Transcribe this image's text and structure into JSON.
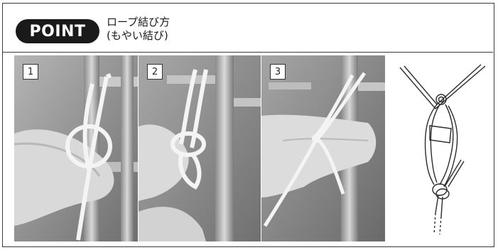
{
  "badge": {
    "label": "POINT"
  },
  "title": {
    "line1": "ロープ結び方",
    "line2": "(もやい結び)"
  },
  "steps": [
    {
      "number": "1"
    },
    {
      "number": "2"
    },
    {
      "number": "3"
    }
  ],
  "illustration": {
    "icon": "bowline-knot-illustration"
  }
}
